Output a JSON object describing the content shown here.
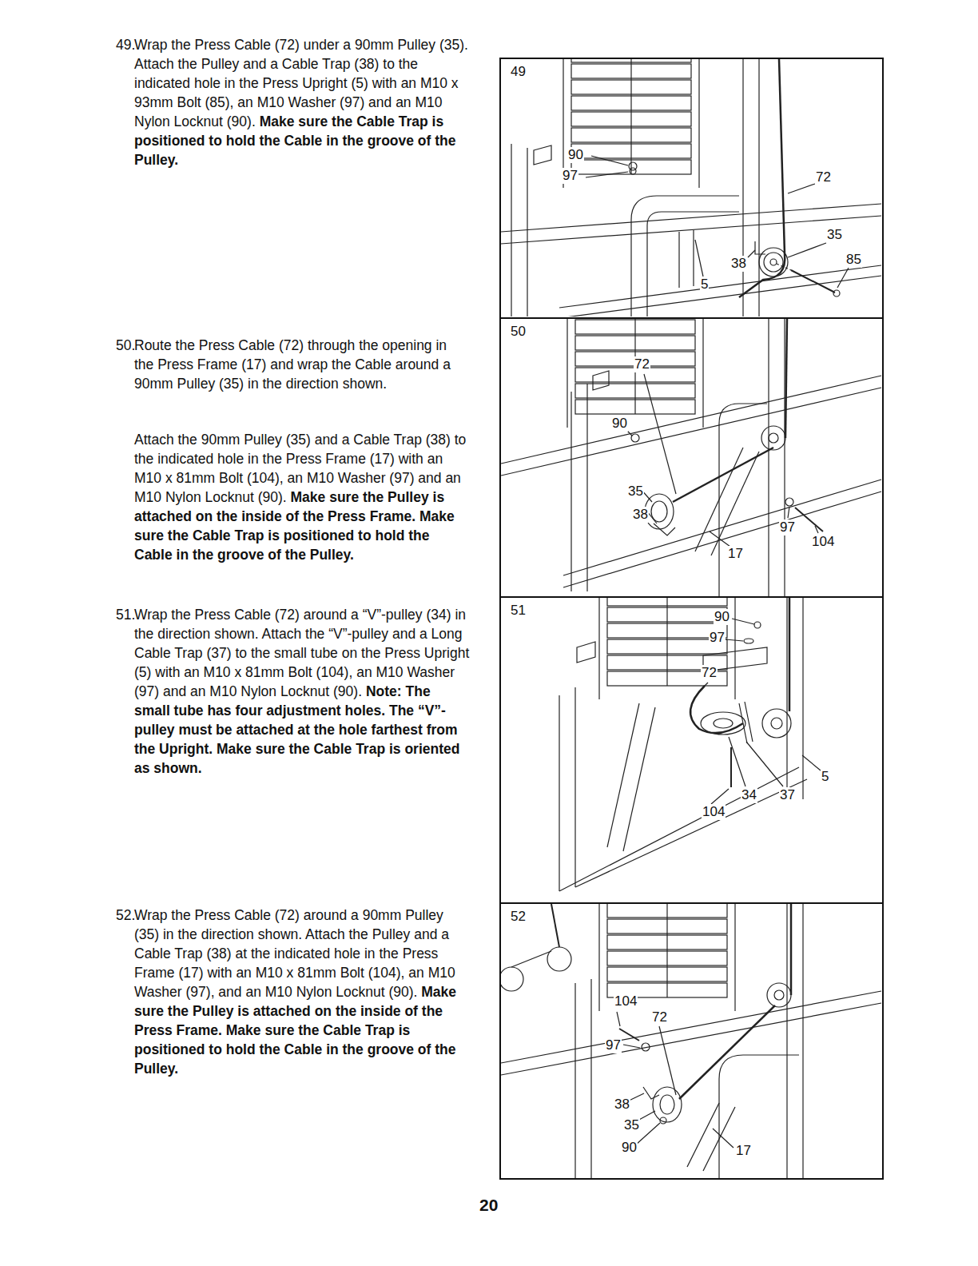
{
  "diagram": {
    "nodes": [
      {
        "text": [
          "49"
        ]
      },
      {
        "text": [
          "50"
        ]
      },
      {
        "text": [
          "51"
        ]
      },
      {
        "text": [
          "52"
        ]
      }
    ],
    "labels": [
      "49.",
      "Wrap the Press Cable (72) under a 90mm Pulley (35). Attach the Pulley and a Cable Trap (38) to the indicated hole in the Press Upright (5) with an M10 x 93mm Bolt (85), an M10 Washer (97) and an M10 Nylon Locknut (90).",
      "Make sure the Cable Trap is positioned to hold the Cable in the groove of the Pulley.",
      "50.",
      "Route the Press Cable (72) through the opening in the Press Frame (17) and wrap the Cable around a 90mm Pulley (35) in the direction shown.",
      "Attach the 90mm Pulley (35) and a Cable Trap (38) to the indicated hole in the Press Frame (17) with an M10 x 81mm Bolt (104), an M10 Washer (97) and an M10 Nylon Locknut (90).",
      "Make sure the Pulley is attached on the inside of the Press Frame. Make sure the Cable Trap is positioned to hold the Cable in the groove of the Pulley.",
      "51.",
      "Wrap the Press Cable (72) around a “V”-pulley (34) in the direction shown. Attach the “V”-pulley and a Long Cable Trap (37) to the small tube on the Press Upright (5) with an M10 x 81mm Bolt (104), an M10 Washer (97) and an M10 Nylon Locknut (90).",
      "Note: The small tube has four adjustment holes. The “V”-pulley must be attached at the hole farthest from the Upright. Make sure the Cable Trap is oriented as shown.",
      "52.",
      "Wrap the Press Cable (72) around a 90mm Pulley (35) in the direction shown. Attach the Pulley and a Cable Trap (38) at the indicated hole in the Press Frame (17) with an M10 x 81mm Bolt (104), an M10 Washer (97), and an M10 Nylon Locknut (90).",
      "Make sure the Pulley is attached on the inside of the Press Frame. Make sure the Cable Trap is positioned to hold the Cable in the groove of the Pulley.",
      "90",
      "97",
      "72",
      "35",
      "38",
      "85",
      "5",
      "72",
      "90",
      "35",
      "38",
      "97",
      "104",
      "17",
      "90",
      "97",
      "72",
      "5",
      "34",
      "37",
      "104",
      "104",
      "72",
      "97",
      "38",
      "35",
      "90",
      "17",
      "20"
    ]
  }
}
